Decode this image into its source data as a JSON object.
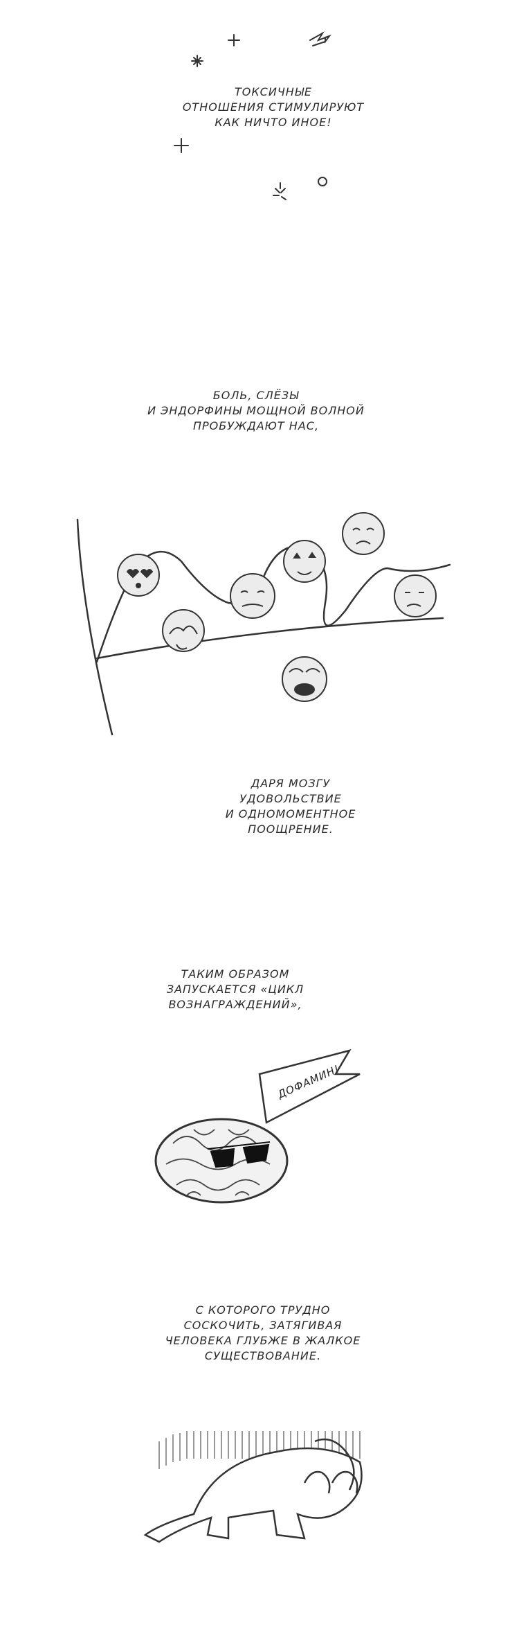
{
  "captions": {
    "c1": [
      "токсичные",
      "отношения стимулируют",
      "как ничто иное!"
    ],
    "c2": [
      "боль, слёзы",
      "и эндорфины мощной волной",
      "пробуждают нас,"
    ],
    "c3": [
      "даря мозгу",
      "удовольствие",
      "и одномоментное",
      "поощрение."
    ],
    "c4": [
      "таким образом",
      "запускается «цикл",
      "вознаграждений»,"
    ],
    "c5": [
      "с которого трудно",
      "соскочить, затягивая",
      "человека глубже в жалкое",
      "существование."
    ]
  },
  "speech_bubble": {
    "text": "дофамин!"
  },
  "icons": [
    "sparkle-icon",
    "comet-icon",
    "chart-with-faces",
    "brain-with-sunglasses",
    "crouching-figure"
  ]
}
